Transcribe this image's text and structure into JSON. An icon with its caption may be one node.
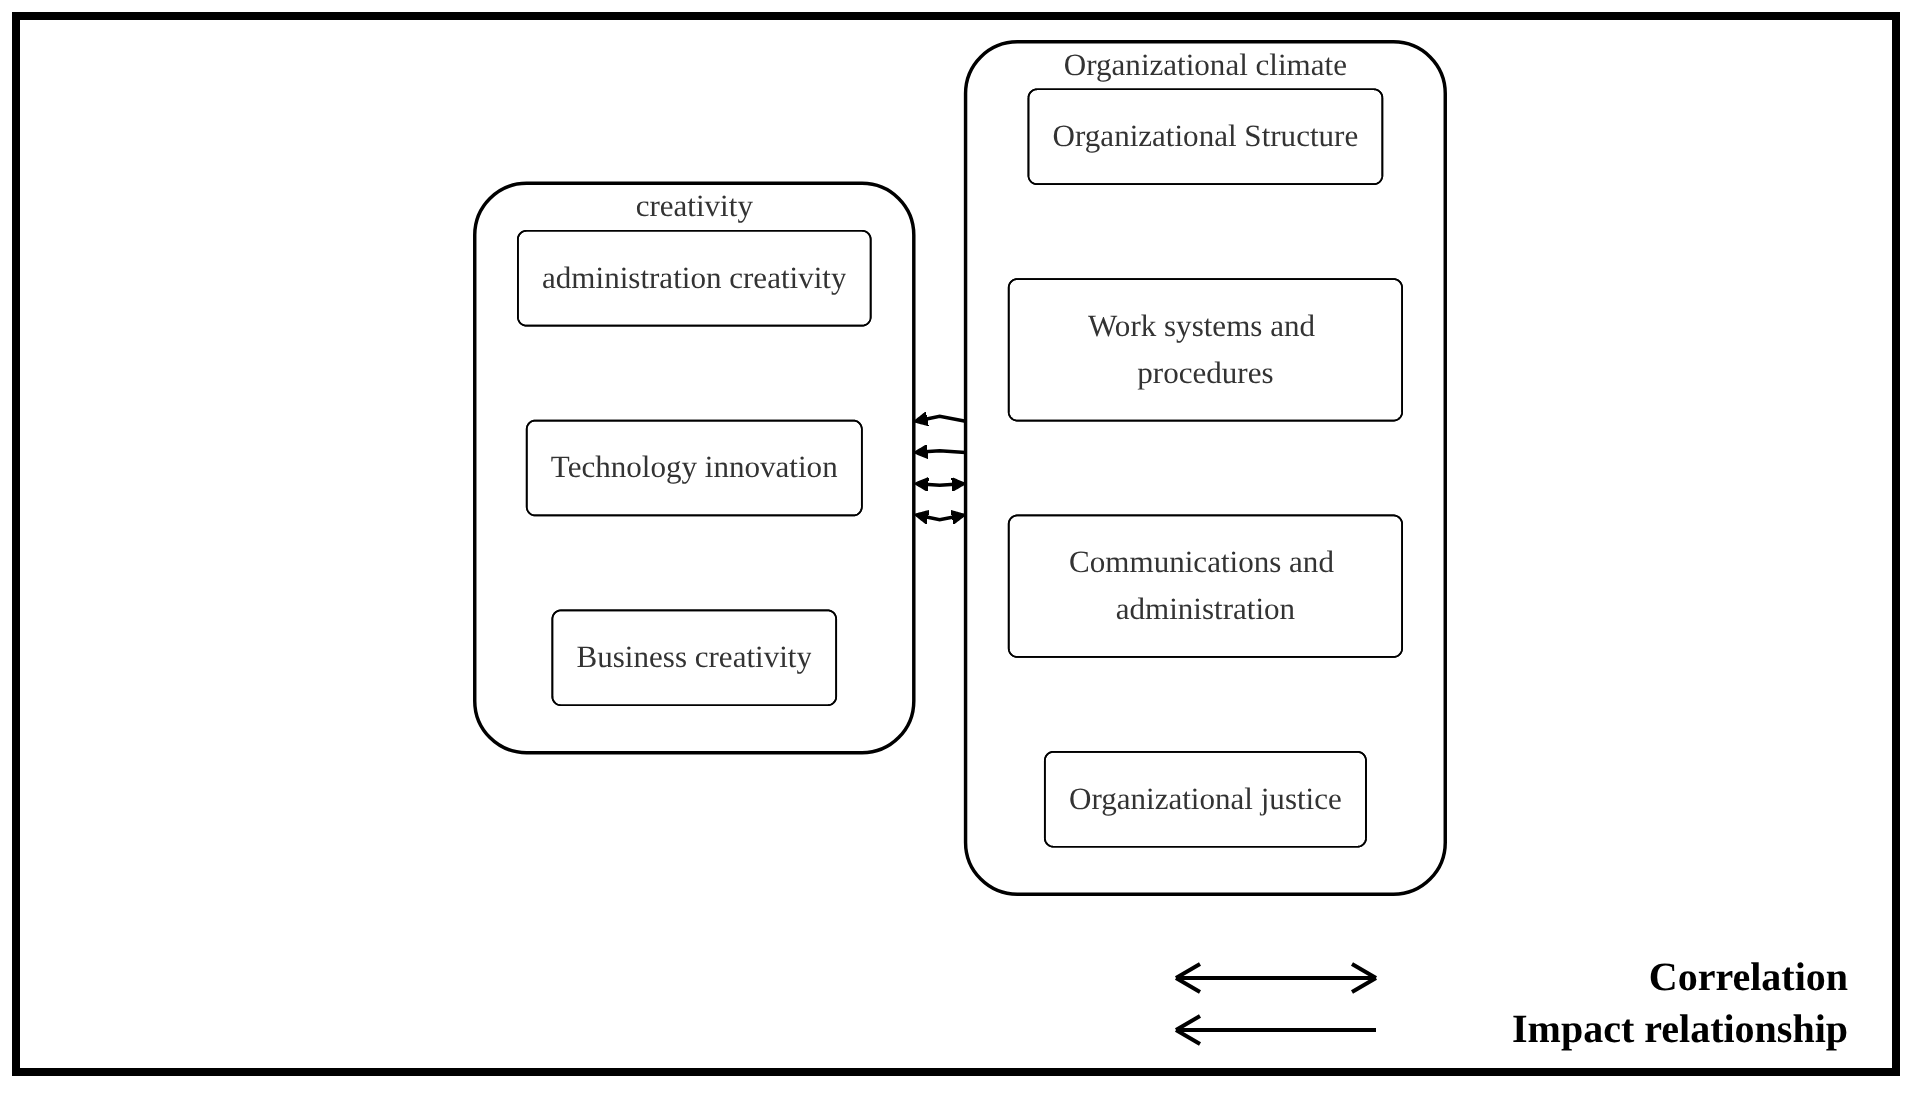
{
  "diagram": {
    "nodes": [
      {
        "text": [
          "creativity"
        ]
      },
      {
        "text": [
          "administration creativity"
        ],
        "in": 0
      },
      {
        "text": [
          "Technology innovation"
        ],
        "in": 0
      },
      {
        "text": [
          "Business creativity"
        ],
        "in": 0
      },
      {
        "text": [
          "Organizational climate"
        ]
      },
      {
        "text": [
          "Organizational Structure"
        ],
        "in": 4
      },
      {
        "text": [
          "Work systems and procedures"
        ],
        "in": 4
      },
      {
        "text": [
          "Communications and administration"
        ],
        "in": 4
      },
      {
        "text": [
          "Organizational justice"
        ],
        "in": 4
      }
    ],
    "edges": [
      {
        "from": 4,
        "to": 0,
        "arrow": "to"
      },
      {
        "from": 0,
        "to": 4,
        "arrow": "both"
      },
      {
        "from": 4,
        "to": 0,
        "arrow": "to"
      },
      {
        "from": 0,
        "to": 4,
        "arrow": "both"
      }
    ],
    "legend": [
      {
        "text": "Correlation"
      },
      {
        "text": "Impact relationship"
      }
    ]
  }
}
